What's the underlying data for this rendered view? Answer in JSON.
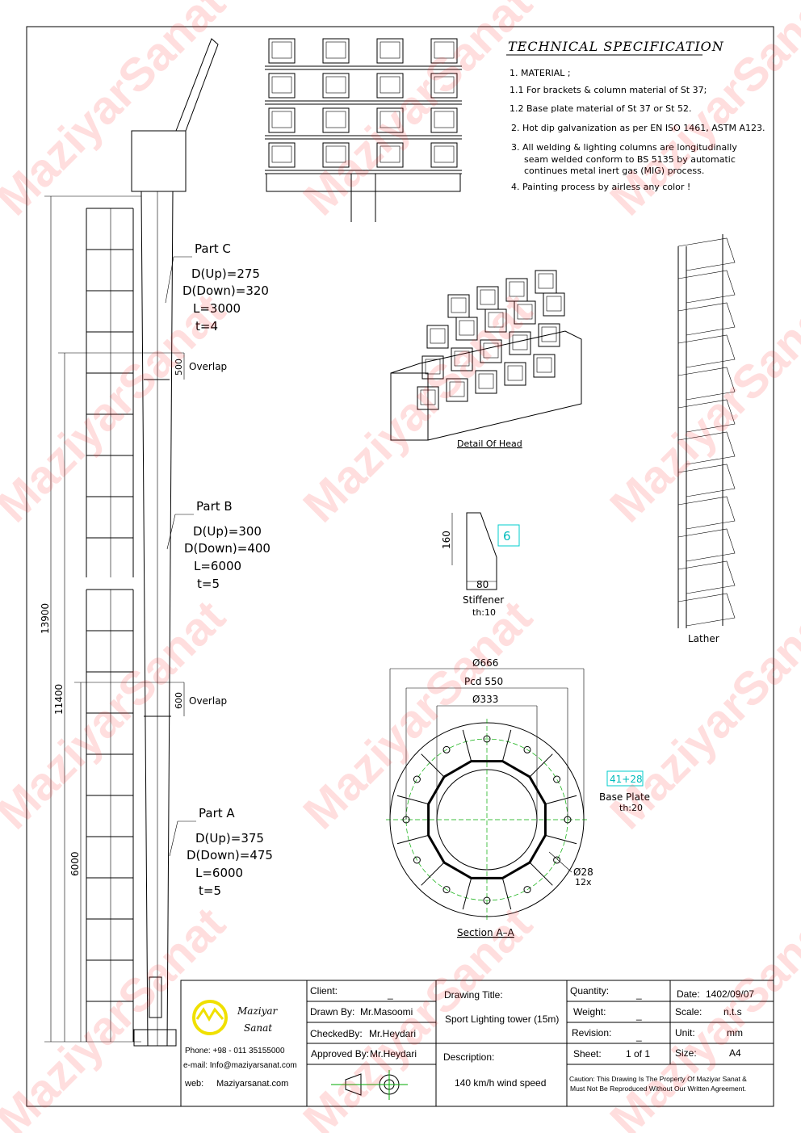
{
  "watermark": "MaziyarSanat",
  "spec": {
    "title": "TECHNICAL  SPECIFICATION",
    "lines": [
      "1. MATERIAL ;",
      "1.1  For brackets & column material of St 37;",
      "1.2  Base plate material of St 37 or St 52.",
      "2.  Hot dip galvanization as per EN ISO 1461, ASTM A123.",
      "3.  All welding & lighting columns are longitudinally",
      "seam  welded conform to BS 5135 by automatic",
      "continues metal inert gas (MIG) process.",
      "4.  Painting process by airless any color !"
    ]
  },
  "parts": [
    {
      "name": "Part  C",
      "d_up": "D(Up)=275",
      "d_down": "D(Down)=320",
      "l": "L=3000",
      "t": "t=4"
    },
    {
      "name": "Part  B",
      "d_up": "D(Up)=300",
      "d_down": "D(Down)=400",
      "l": "L=6000",
      "t": "t=5"
    },
    {
      "name": "Part  A",
      "d_up": "D(Up)=375",
      "d_down": "D(Down)=475",
      "l": "L=6000",
      "t": "t=5"
    }
  ],
  "dims": {
    "total": "13900",
    "mid": "11400",
    "low": "6000",
    "overlap1": "500",
    "overlap2": "600",
    "overlap_label": "Overlap"
  },
  "head": {
    "label": "Detail Of Head"
  },
  "stiffener": {
    "label": "Stiffener",
    "th": "th:10",
    "h": "160",
    "w": "80",
    "weld": "6"
  },
  "lather": {
    "label": "Lather"
  },
  "baseplate": {
    "d_outer": "Ø666",
    "pcd": "Pcd 550",
    "d_inner": "Ø333",
    "weld": "41+28",
    "label": "Base Plate",
    "th": "th:20",
    "hole": "Ø28",
    "hole_count": "12x",
    "section": "Section  A–A"
  },
  "titleblock": {
    "company_line1": "Maziyar",
    "company_line2": "Sanat",
    "phone": "Phone: +98 - 011 35155000",
    "email": "e-mail:  Info@maziyarsanat.com",
    "web_label": "web:",
    "web": "Maziyarsanat.com",
    "client_label": "Client:",
    "client": "_",
    "drawn_label": "Drawn By:",
    "drawn": "Mr.Masoomi",
    "checked_label": "CheckedBy:",
    "checked": "Mr.Heydari",
    "approved_label": "Approved By:",
    "approved": "Mr.Heydari",
    "title_label": "Drawing Title:",
    "title": "Sport Lighting tower (15m)",
    "desc_label": "Description:",
    "desc": "140 km/h wind speed",
    "quantity_label": "Quantity:",
    "quantity": "_",
    "weight_label": "Weight:",
    "weight": "_",
    "revision_label": "Revision:",
    "revision": "_",
    "sheet_label": "Sheet:",
    "sheet": "1 of 1",
    "date_label": "Date:",
    "date": "1402/09/07",
    "scale_label": "Scale:",
    "scale": "n.t.s",
    "unit_label": "Unit:",
    "unit": "mm",
    "size_label": "Size:",
    "size": "A4",
    "caution1": "Caution: This Drawing Is The Property Of Maziyar Sanat &",
    "caution2": "Must Not Be Reproduced Without Our Written Agreement."
  },
  "colors": {
    "logo": "#f0e000",
    "watermark": "#ff2020",
    "centerline": "#00aa00",
    "weld_box": "#00cccc"
  }
}
